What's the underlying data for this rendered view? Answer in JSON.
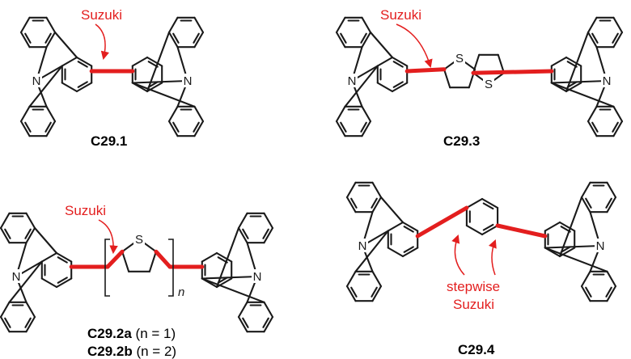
{
  "compounds": [
    {
      "id": "C29.1",
      "label": "C29.1",
      "note": "Suzuki"
    },
    {
      "id": "C29.3",
      "label": "C29.3",
      "note": "Suzuki"
    },
    {
      "id": "C29.2",
      "label_a": "C29.2a",
      "suffix_a": " (n = 1)",
      "label_b": "C29.2b",
      "suffix_b": " (n = 2)",
      "note": "Suzuki",
      "subscript": "n"
    },
    {
      "id": "C29.4",
      "label": "C29.4",
      "note_line1": "stepwise",
      "note_line2": "Suzuki"
    }
  ],
  "atoms": {
    "nitrogen": "N",
    "sulfur": "S"
  },
  "colors": {
    "accent": "#e31e1e",
    "bond": "#1a1a1a"
  }
}
